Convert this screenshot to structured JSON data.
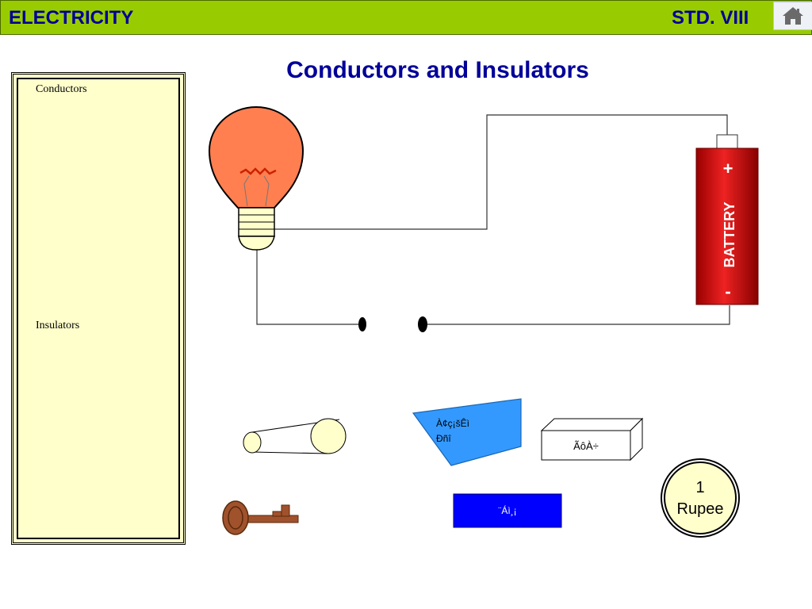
{
  "header": {
    "title": "ELECTRICITY",
    "std": "STD. VIII",
    "home_icon": "home-icon",
    "bg_color": "#99cc00",
    "text_color": "#000099"
  },
  "page": {
    "title": "Conductors and Insulators"
  },
  "panel": {
    "conductors_label": "Conductors",
    "insulators_label": "Insulators",
    "bg_color": "#ffffcc"
  },
  "battery": {
    "label": "BATTERY",
    "plus": "+",
    "minus": "-",
    "color": "#dd1111"
  },
  "items": {
    "plastic_label_1": "À¢ç¡šÊì",
    "plastic_label_2": "Ðñî",
    "eraser_label": "ÃôÀ÷",
    "blue_label": "¨Áì¸¡",
    "coin_value": "1",
    "coin_label": "Rupee"
  }
}
